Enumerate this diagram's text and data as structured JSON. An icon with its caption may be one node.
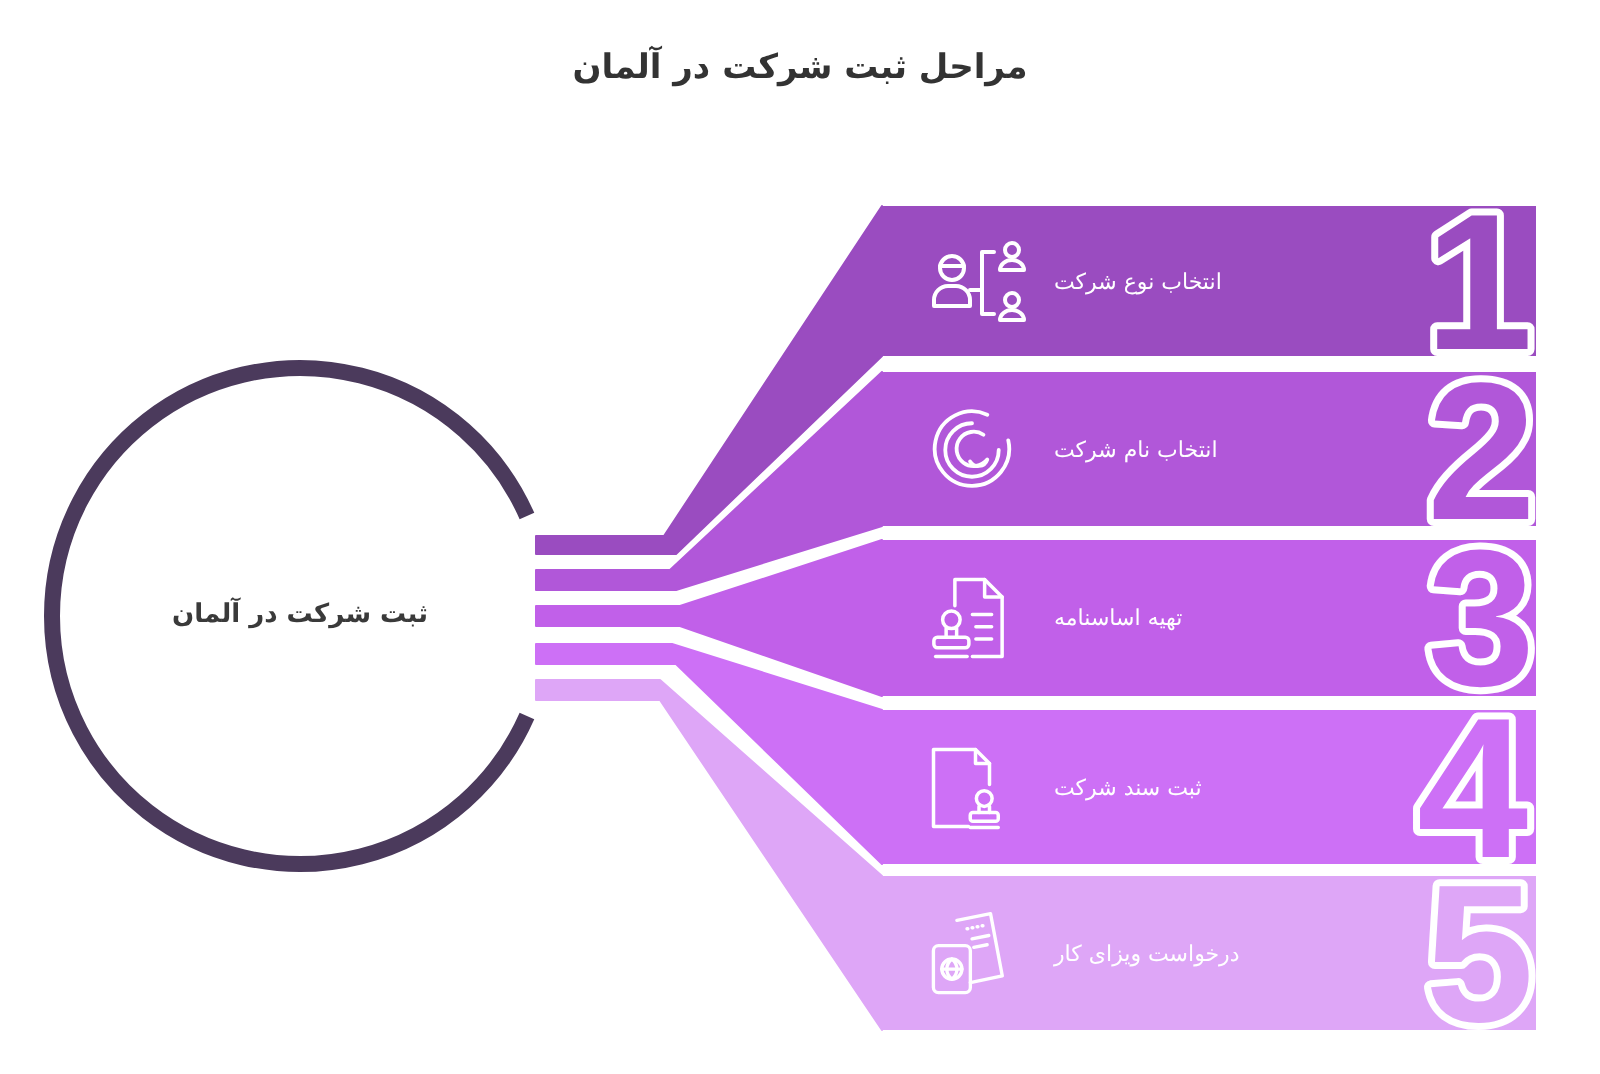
{
  "diagram": {
    "title": "مراحل ثبت شرکت در آلمان",
    "nodes": [
      {
        "text": [
          "ثبت شرکت در آلمان"
        ]
      },
      {
        "text": [
          "1",
          "انتخاب نوع شرکت"
        ]
      },
      {
        "text": [
          "2",
          "انتخاب نام شرکت"
        ]
      },
      {
        "text": [
          "3",
          "تهیه اساسنامه"
        ]
      },
      {
        "text": [
          "4",
          "ثبت سند شرکت"
        ]
      },
      {
        "text": [
          "5",
          "درخواست ویزای کار"
        ]
      }
    ],
    "edges": [
      {
        "from": 0,
        "to": 1,
        "arrow": "none",
        "color": "#9a4cc0"
      },
      {
        "from": 0,
        "to": 2,
        "arrow": "none",
        "color": "#b157d9"
      },
      {
        "from": 0,
        "to": 3,
        "arrow": "none",
        "color": "#c160e9"
      },
      {
        "from": 0,
        "to": 4,
        "arrow": "none",
        "color": "#cd70f6"
      },
      {
        "from": 0,
        "to": 5,
        "arrow": "none",
        "color": "#dea6f7"
      }
    ]
  }
}
